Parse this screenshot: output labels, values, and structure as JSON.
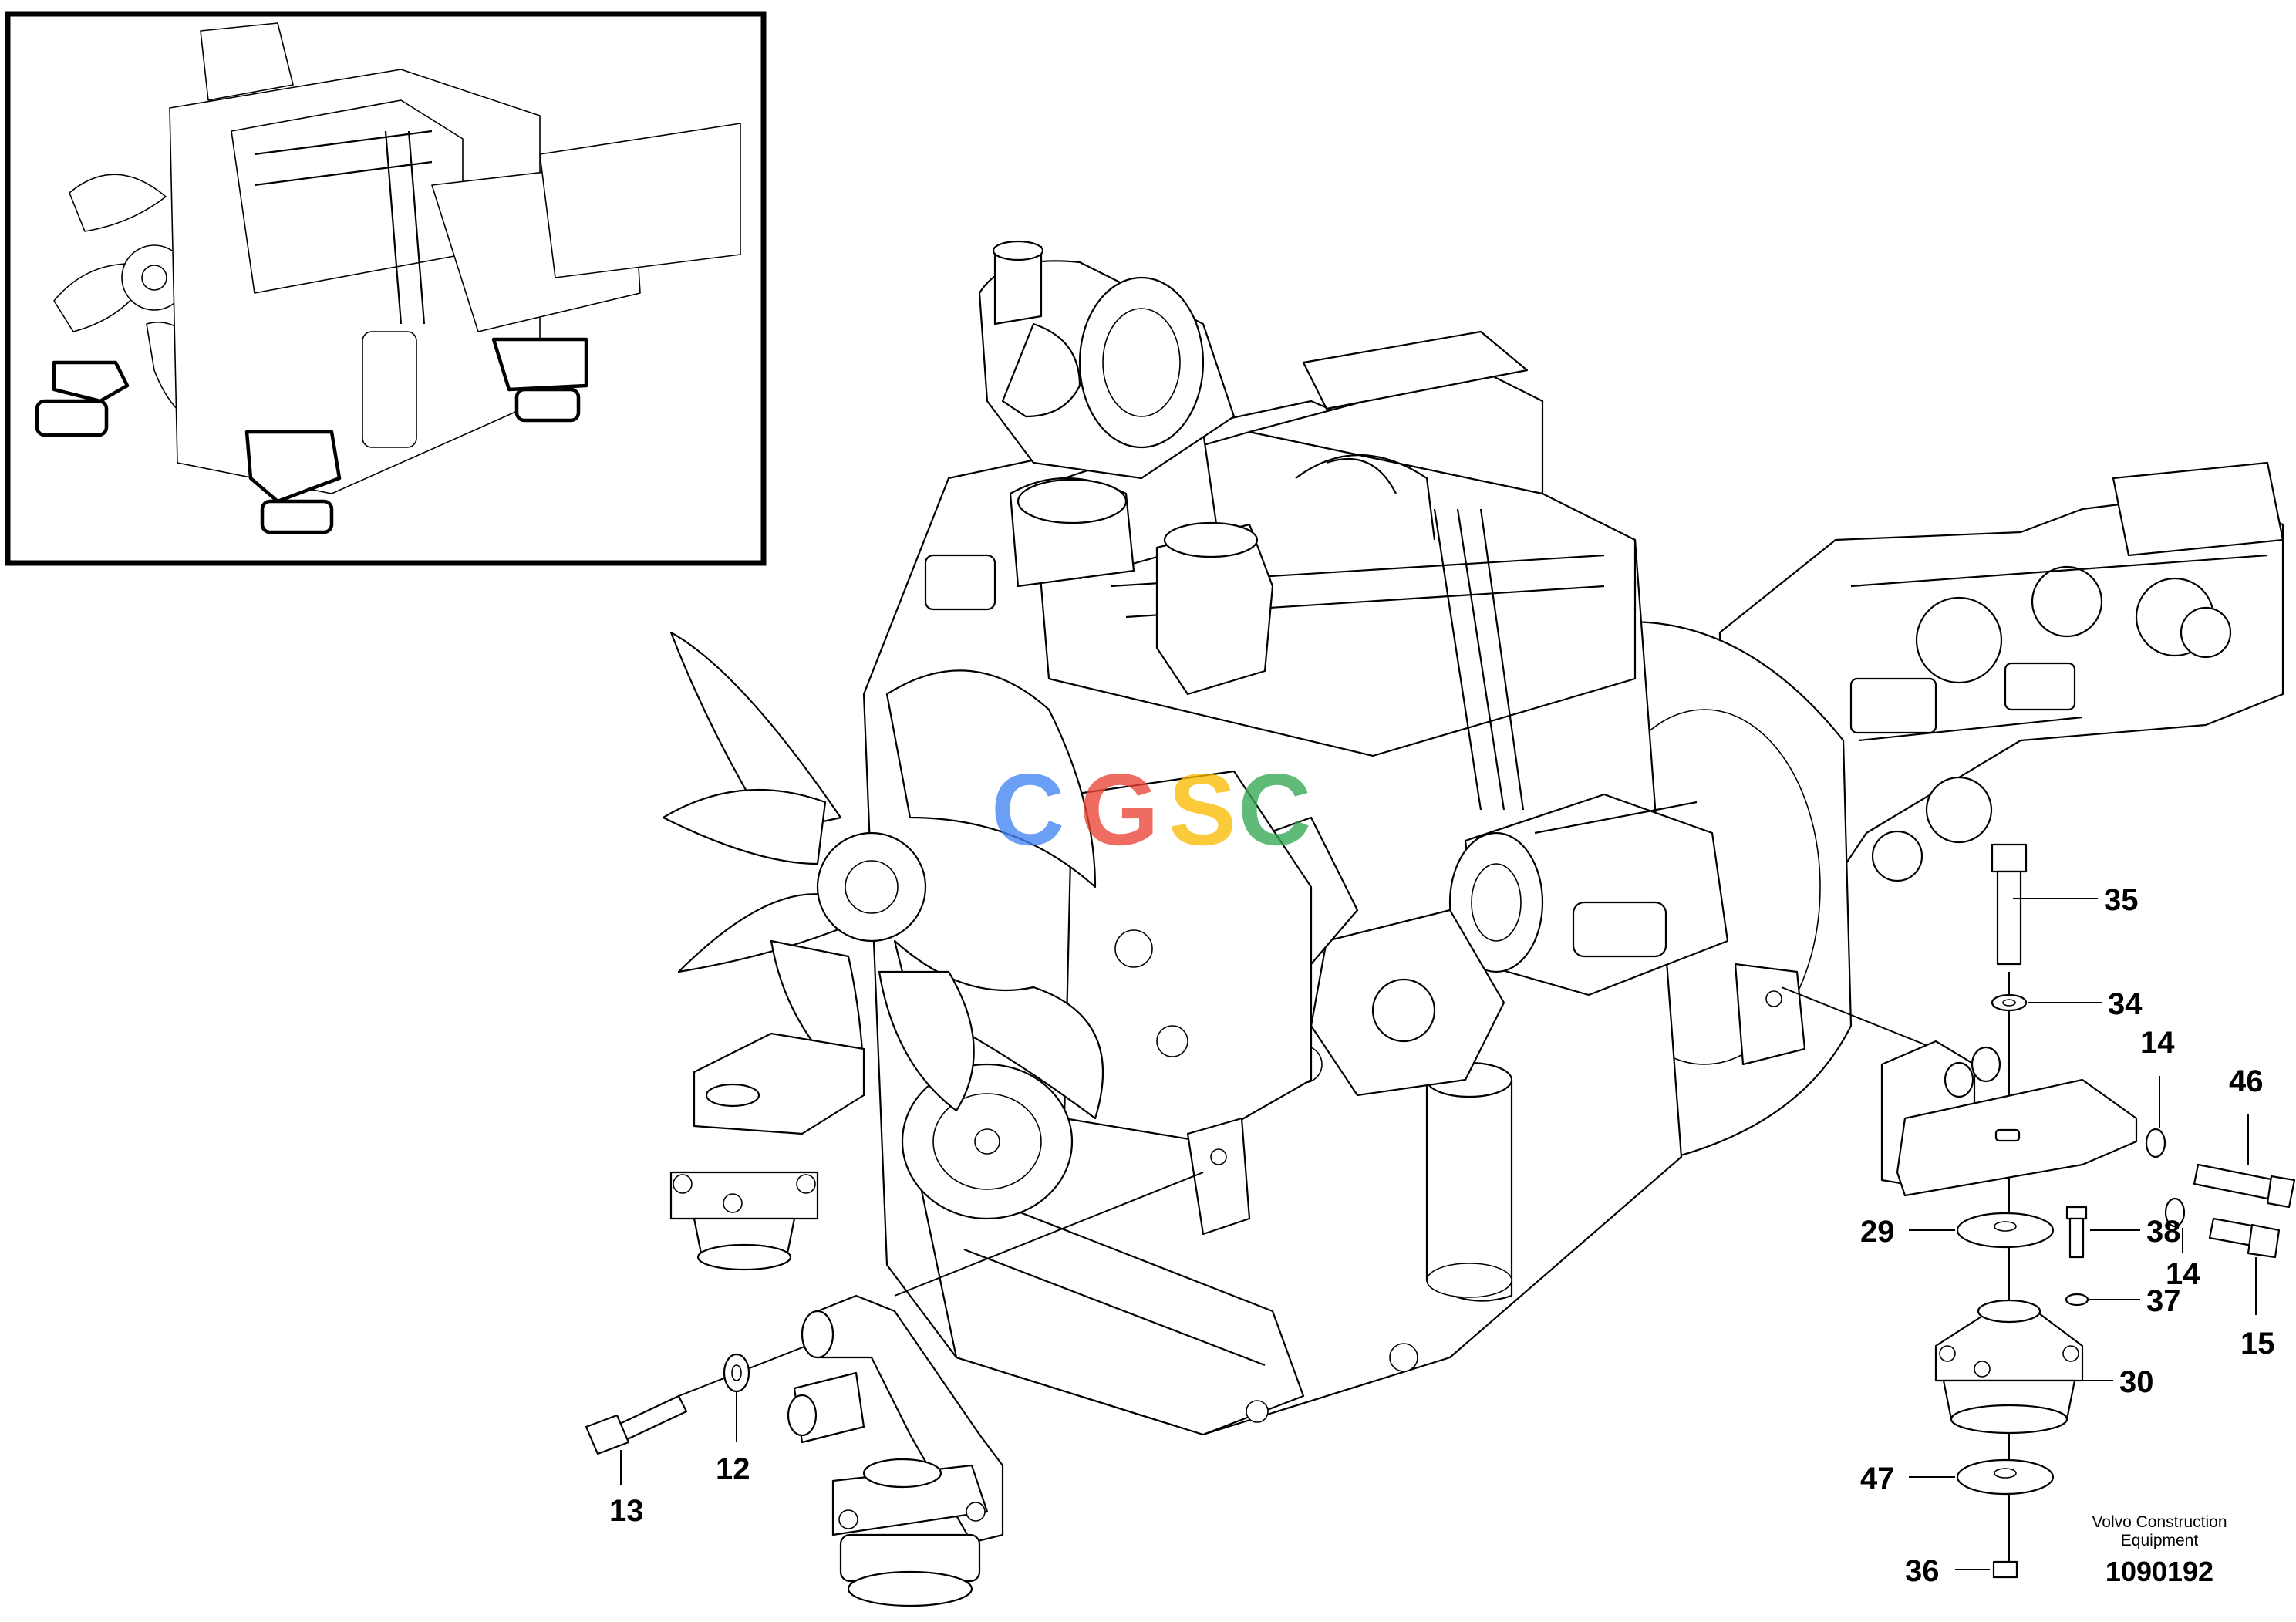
{
  "callouts": [
    {
      "id": "13",
      "label": "13"
    },
    {
      "id": "12",
      "label": "12"
    },
    {
      "id": "35",
      "label": "35"
    },
    {
      "id": "34",
      "label": "34"
    },
    {
      "id": "14a",
      "label": "14"
    },
    {
      "id": "46",
      "label": "46"
    },
    {
      "id": "29",
      "label": "29"
    },
    {
      "id": "38",
      "label": "38"
    },
    {
      "id": "14b",
      "label": "14"
    },
    {
      "id": "37",
      "label": "37"
    },
    {
      "id": "15",
      "label": "15"
    },
    {
      "id": "30",
      "label": "30"
    },
    {
      "id": "47",
      "label": "47"
    },
    {
      "id": "36",
      "label": "36"
    }
  ],
  "footer": {
    "vendor_line1": "Volvo Construction",
    "vendor_line2": "Equipment",
    "drawing_number": "1090192"
  },
  "watermark": {
    "letters": [
      "C",
      "G",
      "S",
      "C"
    ],
    "colors": [
      "#4285F4",
      "#EA4335",
      "#FBBC05",
      "#34A853"
    ]
  },
  "colors": {
    "line": "#000000",
    "background": "#ffffff"
  }
}
